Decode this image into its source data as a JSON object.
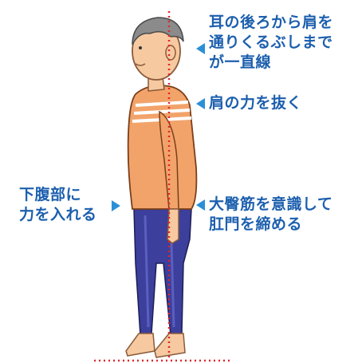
{
  "annotations": {
    "ear_shoulder": {
      "lines": [
        "耳の後ろから肩を",
        "通りくるぶしまで",
        "が一直線"
      ]
    },
    "shoulder_relax": {
      "lines": [
        "肩の力を抜く"
      ]
    },
    "glutes": {
      "lines": [
        "大臀筋を意識して",
        "肛門を締める"
      ]
    },
    "lower_abdomen": {
      "lines": [
        "下腹部に",
        "力を入れる"
      ]
    }
  },
  "colors": {
    "label_text": "#1c5fae",
    "arrow": "#2b8fd6",
    "guide_line": "#e0262c",
    "shirt": "#f2a36a",
    "pants": "#3c3f9b",
    "skin": "#f6c9a0",
    "hair": "#8b8b8b"
  }
}
